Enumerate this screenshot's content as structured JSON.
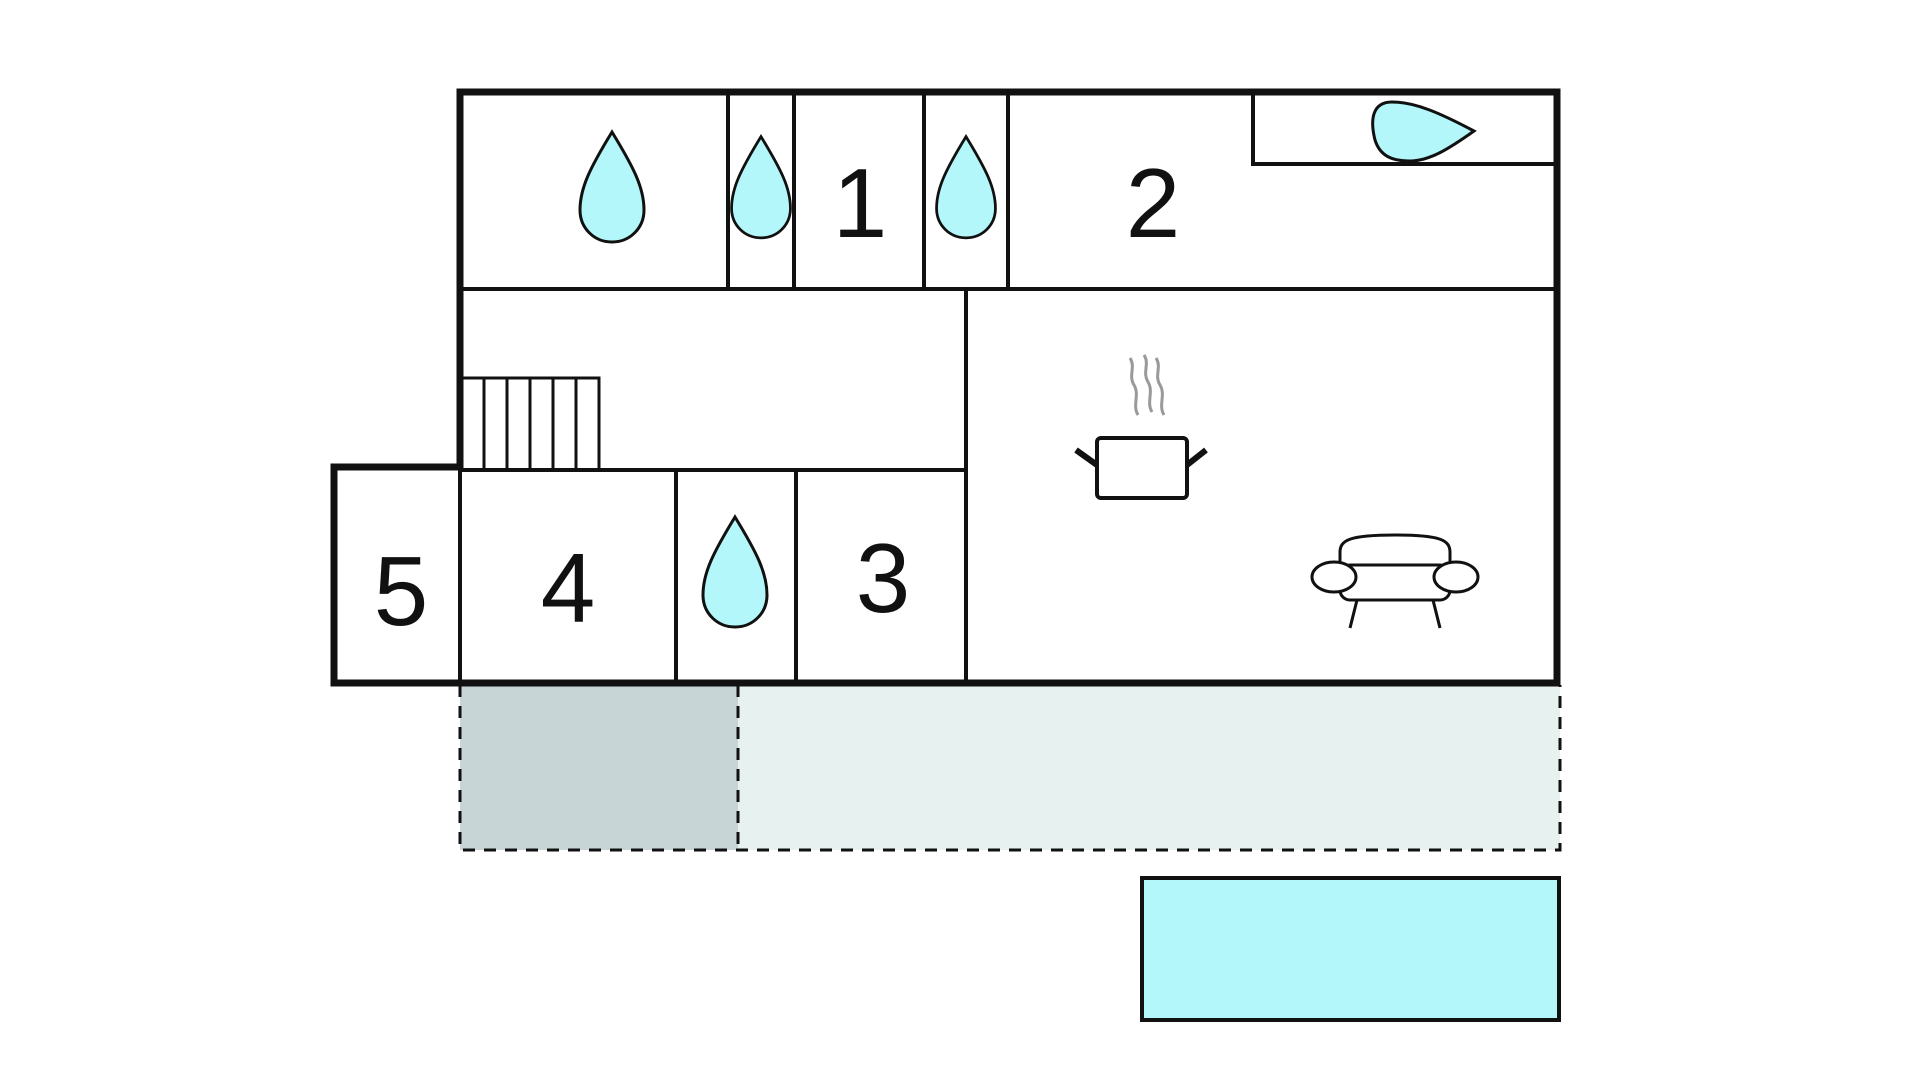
{
  "floor_plan": {
    "rooms": [
      {
        "number": "1",
        "icon": "bedroom"
      },
      {
        "number": "2",
        "icon": "bedroom"
      },
      {
        "number": "3",
        "icon": "bedroom"
      },
      {
        "number": "4",
        "icon": "bedroom"
      },
      {
        "number": "5",
        "icon": "bedroom"
      }
    ],
    "icons": [
      "water-drop-icon",
      "cooking-pot-icon",
      "sofa-icon",
      "staircase-icon",
      "bathtub-icon"
    ],
    "colors": {
      "wall": "#111111",
      "water": "#b3f7fa",
      "pool": "#b3f7fa",
      "terrace_light": "#e7f1ef",
      "terrace_dark": "#c8d5d6",
      "steam": "#999999"
    }
  }
}
